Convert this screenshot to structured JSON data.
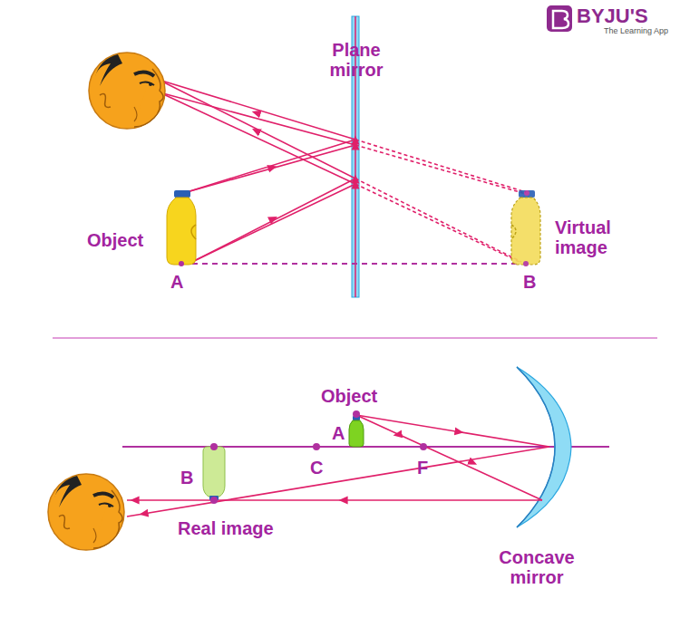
{
  "diagram": {
    "labels": [
      "BYJU'S",
      "The Learning App",
      "Plane mirror",
      "Object",
      "A",
      "Virtual image",
      "B",
      "Object",
      "A",
      "C",
      "F",
      "B",
      "Real image",
      "Concave mirror"
    ]
  }
}
